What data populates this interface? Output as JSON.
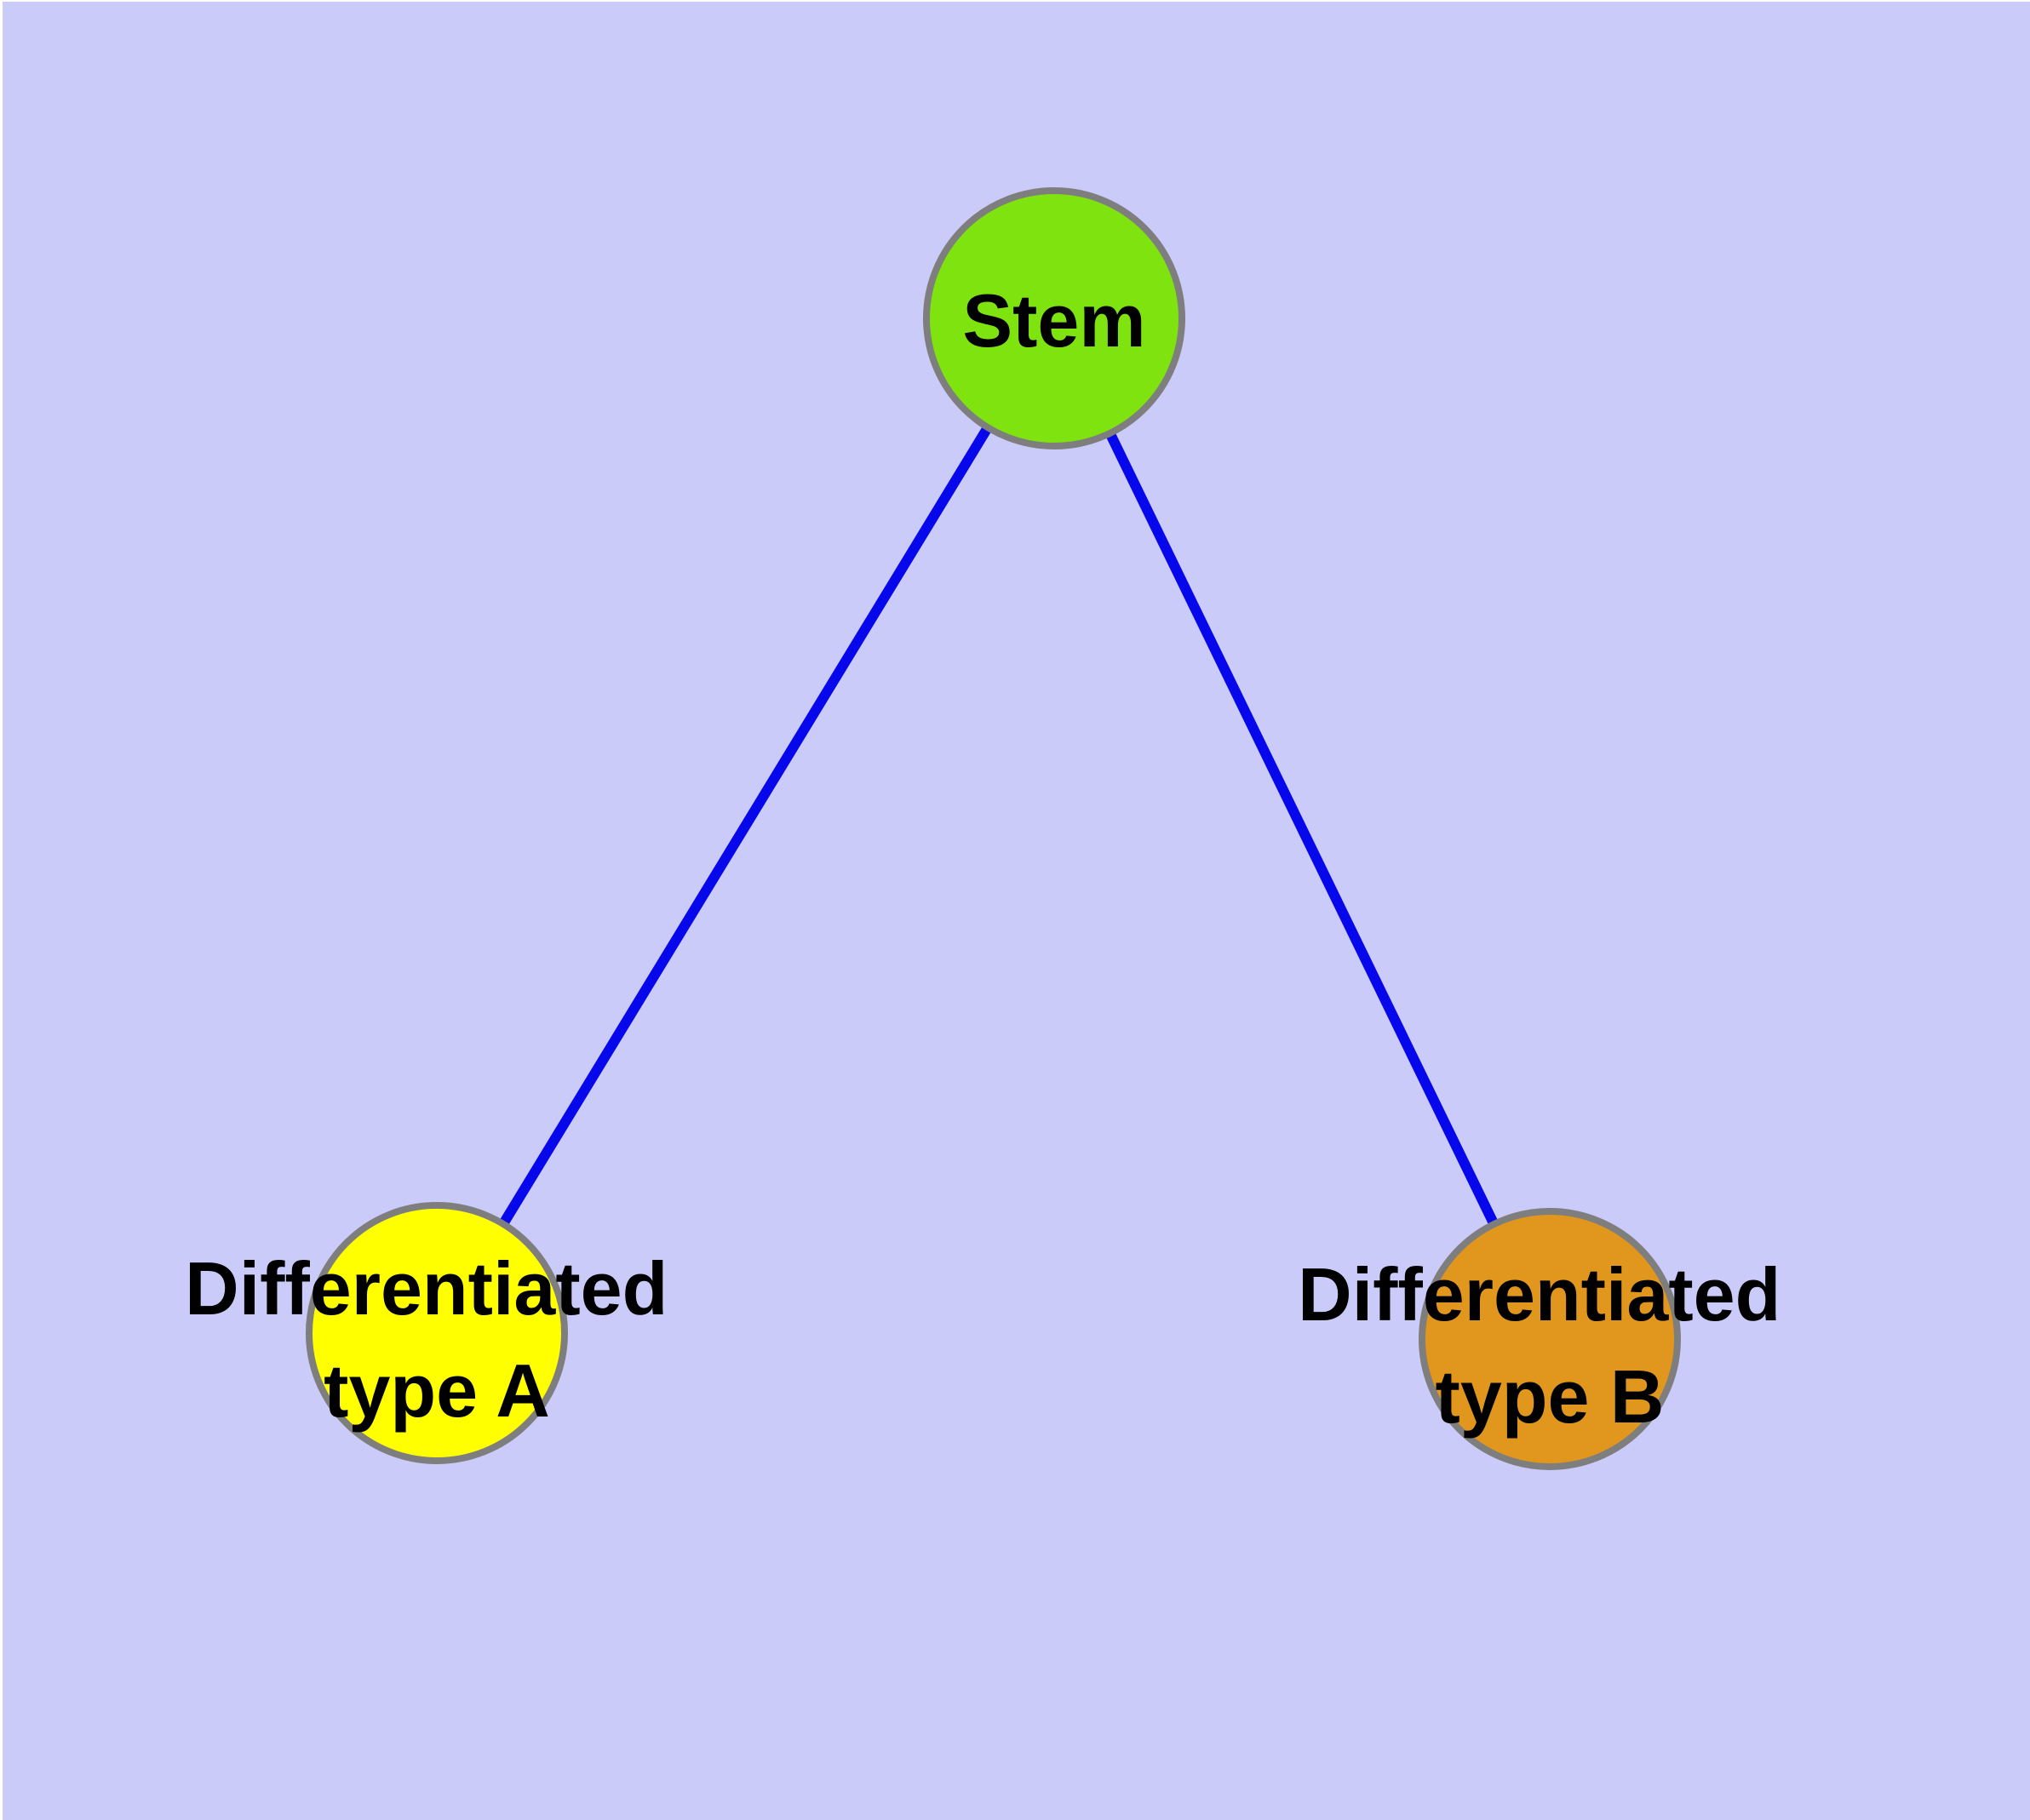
{
  "diagram": {
    "background_color": "#cbcbfa",
    "edge_color": "#0707ec",
    "node_border_color": "#7e7e7e",
    "label_color": "#000000",
    "nodes": [
      {
        "id": "stem",
        "label": "Stem",
        "color": "#7ee30f"
      },
      {
        "id": "type-a",
        "label_line1": "Differentiated",
        "label_line2": "type A",
        "color": "#ffff00"
      },
      {
        "id": "type-b",
        "label_line1": "Differentiated",
        "label_line2": "type B",
        "color": "#e1961d"
      }
    ],
    "edges": [
      {
        "from": "stem",
        "to": "type-a"
      },
      {
        "from": "stem",
        "to": "type-b"
      }
    ]
  }
}
